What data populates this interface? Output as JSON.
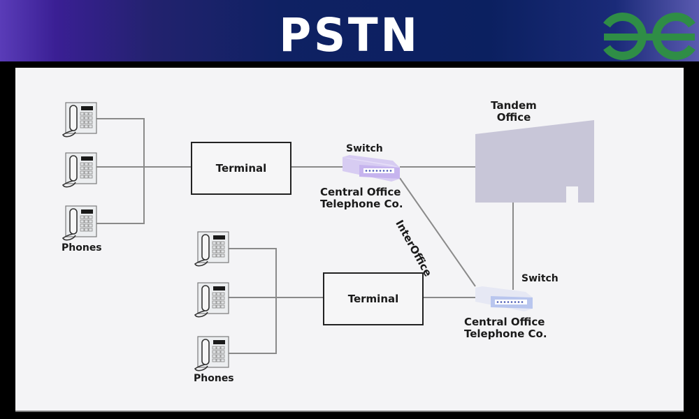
{
  "header": {
    "title": "PSTN",
    "logo": "geeksforgeeks-logo-icon",
    "logo_color": "#2f8d46"
  },
  "diagram": {
    "title": "PSTN",
    "groups": [
      {
        "name": "phones-group-top",
        "phones": [
          "phone-icon",
          "phone-icon",
          "phone-icon"
        ],
        "label": "Phones"
      },
      {
        "name": "phones-group-bottom",
        "phones": [
          "phone-icon",
          "phone-icon",
          "phone-icon"
        ],
        "label": "Phones"
      }
    ],
    "terminals": [
      {
        "label": "Terminal"
      },
      {
        "label": "Terminal"
      }
    ],
    "switches": [
      {
        "label": "Switch",
        "caption_line1": "Central Office",
        "caption_line2": "Telephone Co.",
        "color": "#c9b8ee"
      },
      {
        "label": "Switch",
        "caption_line1": "Central Office",
        "caption_line2": "Telephone Co.",
        "color": "#b9c6ee"
      }
    ],
    "tandem_office": {
      "line1": "Tandem",
      "line2": "Office",
      "color": "#c8c6d8"
    },
    "interoffice_label": "InterOffice",
    "edges": [
      [
        "phone-top-1",
        "terminal-top"
      ],
      [
        "phone-top-2",
        "terminal-top"
      ],
      [
        "phone-top-3",
        "terminal-top"
      ],
      [
        "terminal-top",
        "switch-top"
      ],
      [
        "switch-top",
        "tandem-office"
      ],
      [
        "switch-top",
        "switch-bottom"
      ],
      [
        "tandem-office",
        "switch-bottom"
      ],
      [
        "phone-bottom-1",
        "terminal-bottom"
      ],
      [
        "phone-bottom-2",
        "terminal-bottom"
      ],
      [
        "phone-bottom-3",
        "terminal-bottom"
      ],
      [
        "terminal-bottom",
        "switch-bottom"
      ]
    ]
  }
}
